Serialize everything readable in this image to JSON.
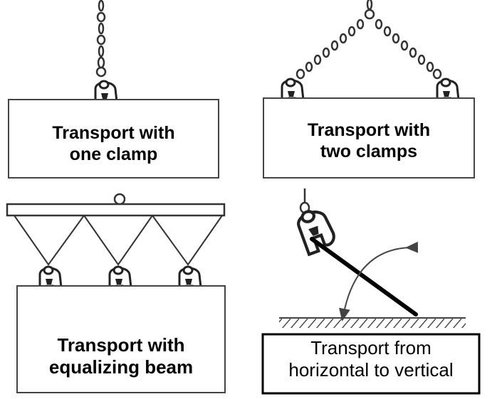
{
  "panels": [
    {
      "id": "one-clamp",
      "caption_lines": [
        "Transport with",
        "one clamp"
      ]
    },
    {
      "id": "two-clamps",
      "caption_lines": [
        "Transport with",
        "two clamps"
      ]
    },
    {
      "id": "equalizing-beam",
      "caption_lines": [
        "Transport with",
        "equalizing beam"
      ]
    },
    {
      "id": "horizontal-to-vertical",
      "caption_lines": [
        "Transport from",
        "horizontal to vertical"
      ]
    }
  ]
}
